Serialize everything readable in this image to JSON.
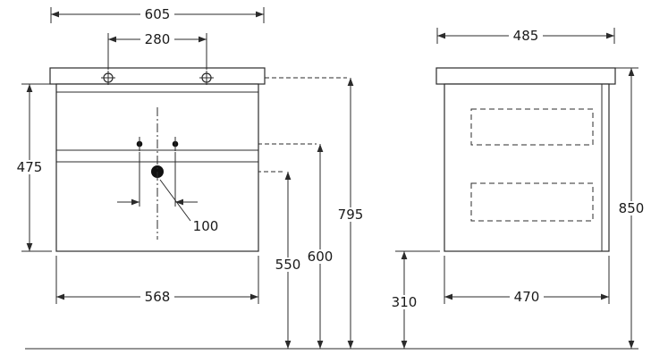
{
  "drawing": {
    "front_view": {
      "overall_width": "605",
      "faucet_hole_spacing": "280",
      "cabinet_height": "475",
      "cabinet_width": "568",
      "fixing_hole_spacing": "100",
      "drain_height": "550",
      "fixing_holes_height": "600",
      "faucet_holes_height": "795"
    },
    "side_view": {
      "top_depth": "485",
      "total_height": "850",
      "cabinet_depth": "470",
      "floor_clearance": "310"
    }
  }
}
